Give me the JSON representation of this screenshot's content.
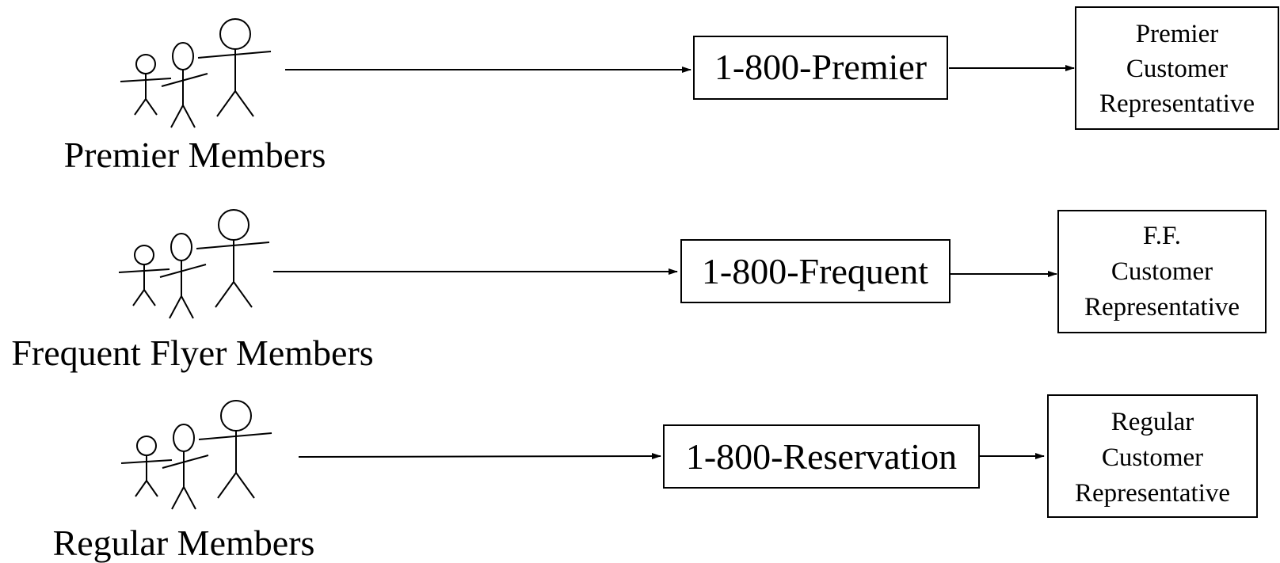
{
  "rows": [
    {
      "group_label": "Premier Members",
      "phone_line": "1-800-Premier",
      "representative": [
        "Premier",
        "Customer",
        "Representative"
      ]
    },
    {
      "group_label": "Frequent Flyer Members",
      "phone_line": "1-800-Frequent",
      "representative": [
        "F.F.",
        "Customer",
        "Representative"
      ]
    },
    {
      "group_label": "Regular Members",
      "phone_line": "1-800-Reservation",
      "representative": [
        "Regular",
        "Customer",
        "Representative"
      ]
    }
  ],
  "icons": {
    "members": "stick-figure-group-icon",
    "flow": "arrow-right-icon"
  }
}
